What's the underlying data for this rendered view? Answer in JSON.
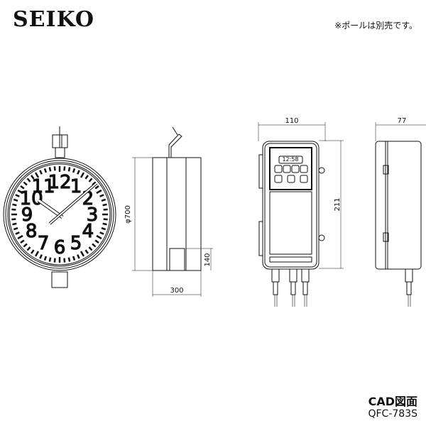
{
  "brand": "SEIKO",
  "note": "※ポールは別売です。",
  "caption": "CAD図面",
  "model": "QFC-783S",
  "clock": {
    "numerals": [
      "12",
      "1",
      "2",
      "3",
      "4",
      "5",
      "6",
      "7",
      "8",
      "9",
      "10",
      "11"
    ]
  },
  "dimensions": {
    "diameter": "φ700",
    "depth": "300",
    "bracket": "140",
    "controller_width": "110",
    "controller_height": "211",
    "controller_depth": "77"
  },
  "controller": {
    "display_time": "12:58"
  }
}
